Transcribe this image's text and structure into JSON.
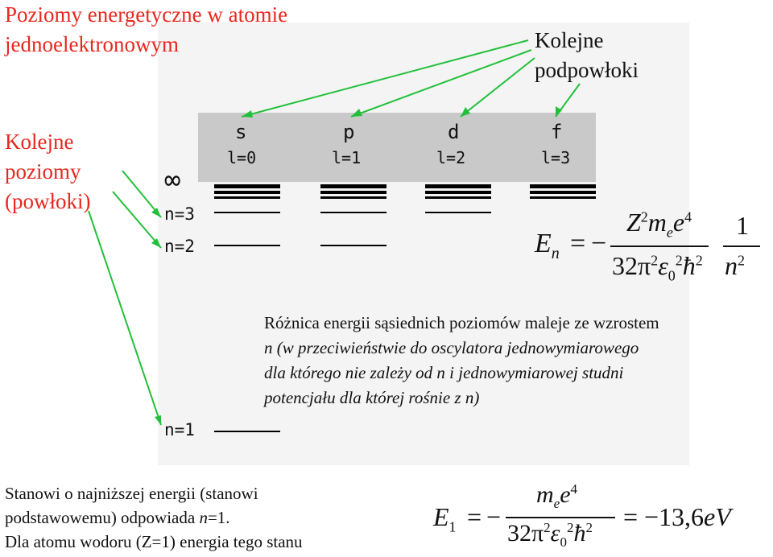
{
  "title": {
    "line1": "Poziomy energetyczne w atomie",
    "line2": "jednoelektronowym"
  },
  "callout": {
    "line1": "Kolejne",
    "line2": "podpowłoki"
  },
  "levels_label": {
    "line1": "Kolejne",
    "line2": "poziomy",
    "line3": "(powłoki)"
  },
  "subshells": [
    {
      "letter": "s",
      "l": "l=0"
    },
    {
      "letter": "p",
      "l": "l=1"
    },
    {
      "letter": "d",
      "l": "l=2"
    },
    {
      "letter": "f",
      "l": "l=3"
    }
  ],
  "infinity": "∞",
  "n_labels": {
    "n3": "n=3",
    "n2": "n=2",
    "n1": "n=1"
  },
  "formula_general": {
    "lhs": "E",
    "lhs_sub": "n",
    "eq": "=",
    "minus": "−",
    "num": "Z",
    "num_sup1": "2",
    "num_m": "m",
    "num_m_sub": "e",
    "num_e": "e",
    "num_e_sup": "4",
    "den": "32π",
    "den_sup": "2",
    "den_eps": "ε",
    "den_eps_sub": "0",
    "den_eps_sup": "2",
    "den_hbar": "ħ",
    "den_hbar_sup": "2",
    "frac2_num": "1",
    "frac2_den": "n",
    "frac2_den_sup": "2"
  },
  "note": {
    "line1": "Różnica energii sąsiednich poziomów maleje ze wzrostem",
    "line2": "n (w przeciwieństwie do oscylatora jednowymiarowego",
    "line3": "dla którego nie zależy od n i jednowymiarowej studni",
    "line4": "potencjału dla której rośnie z n)"
  },
  "bottom_text": {
    "line1": "Stanowi o najniższej energii (stanowi",
    "line2a": "podstawowemu) odpowiada ",
    "line2n": "n",
    "line2b": "=1.",
    "line3": "Dla atomu wodoru (Z=1)  energia tego stanu"
  },
  "formula_ground": {
    "lhs": "E",
    "lhs_sub": "1",
    "eq": "=",
    "minus": "−",
    "num_m": "m",
    "num_m_sub": "e",
    "num_e": "e",
    "num_e_sup": "4",
    "den": "32π",
    "den_sup": "2",
    "den_eps": "ε",
    "den_eps_sub": "0",
    "den_eps_sup": "2",
    "den_hbar": "ħ",
    "den_hbar_sup": "2",
    "eq2": "=",
    "result": "−13,6",
    "unit": "eV"
  },
  "colors": {
    "accent_red": "#e8281e",
    "arrow_green": "#22c03a",
    "band_gray": "#c9c9c9"
  }
}
